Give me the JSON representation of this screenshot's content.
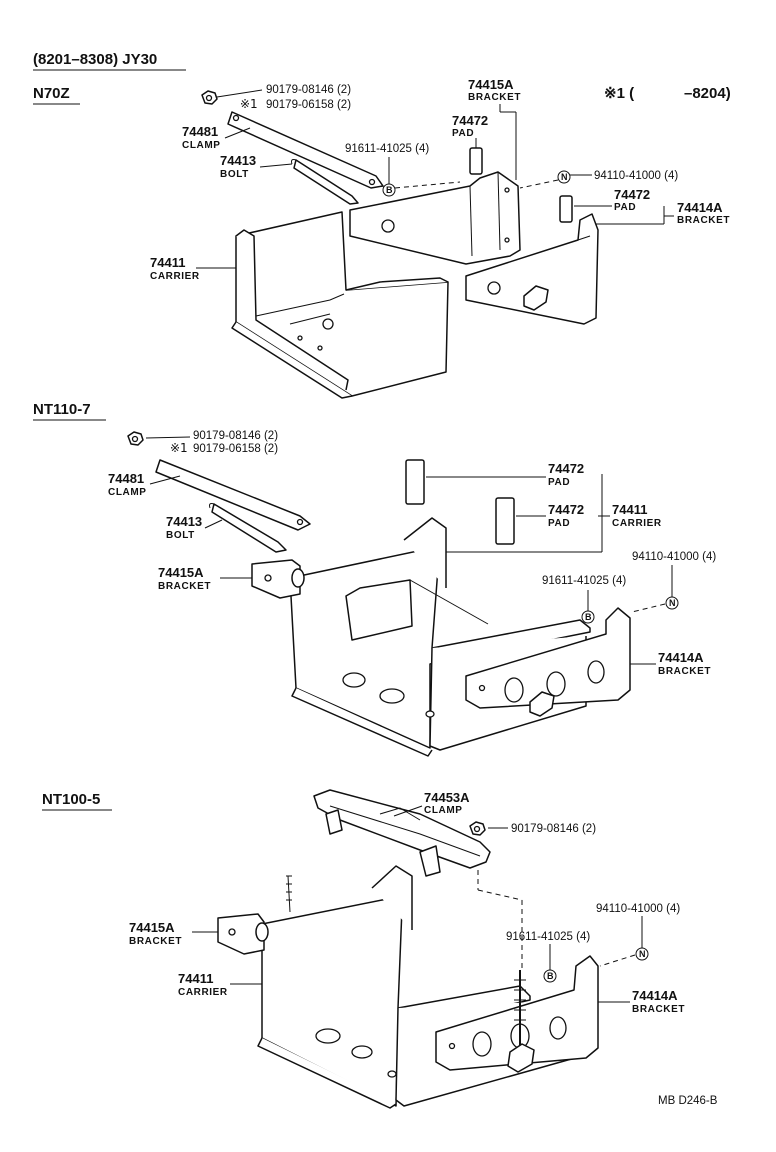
{
  "header": {
    "model_range": "(8201–8308) JY30",
    "note_symbol": "※1 (",
    "note_range": "–8204)",
    "footer_code": "MB  D246-B"
  },
  "sections": {
    "n70z": {
      "title": "N70Z",
      "labels": {
        "nut_pn": "90179-08146 (2)",
        "nut_pn_alt": "90179-06158 (2)",
        "clamp_no": "74481",
        "clamp_name": "CLAMP",
        "bolt_no": "74413",
        "bolt_name": "BOLT",
        "washer_pn": "91611-41025 (4)",
        "bracket_a_no": "74415A",
        "bracket_a_name": "BRACKET",
        "pad1_no": "74472",
        "pad1_name": "PAD",
        "nut_n_pn": "94110-41000 (4)",
        "pad2_no": "74472",
        "pad2_name": "PAD",
        "bracket_b_no": "74414A",
        "bracket_b_name": "BRACKET",
        "carrier_no": "74411",
        "carrier_name": "CARRIER"
      }
    },
    "nt110": {
      "title": "NT110-7",
      "labels": {
        "nut_pn": "90179-08146 (2)",
        "nut_pn_alt": "90179-06158 (2)",
        "clamp_no": "74481",
        "clamp_name": "CLAMP",
        "bolt_no": "74413",
        "bolt_name": "BOLT",
        "pad1_no": "74472",
        "pad1_name": "PAD",
        "pad2_no": "74472",
        "pad2_name": "PAD",
        "carrier_no": "74411",
        "carrier_name": "CARRIER",
        "nut_n_pn": "94110-41000 (4)",
        "washer_pn": "91611-41025 (4)",
        "bracket_a_no": "74415A",
        "bracket_a_name": "BRACKET",
        "bracket_b_no": "74414A",
        "bracket_b_name": "BRACKET"
      }
    },
    "nt100": {
      "title": "NT100-5",
      "labels": {
        "clamp_no": "74453A",
        "clamp_name": "CLAMP",
        "nut_pn": "90179-08146 (2)",
        "nut_n_pn": "94110-41000 (4)",
        "washer_pn": "91611-41025 (4)",
        "bracket_a_no": "74415A",
        "bracket_a_name": "BRACKET",
        "carrier_no": "74411",
        "carrier_name": "CARRIER",
        "bracket_b_no": "74414A",
        "bracket_b_name": "BRACKET"
      }
    }
  },
  "symbols": {
    "washer": "B",
    "nut": "N",
    "asterisk": "※1"
  }
}
